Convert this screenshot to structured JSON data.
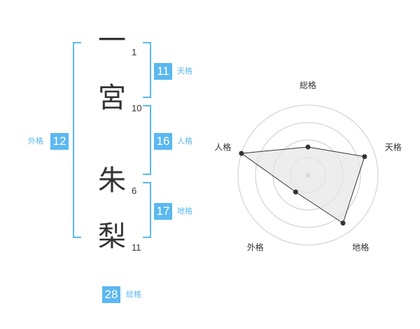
{
  "name": {
    "chars": [
      {
        "char": "一",
        "strokes": "1"
      },
      {
        "char": "宮",
        "strokes": "10"
      },
      {
        "char": "朱",
        "strokes": "6"
      },
      {
        "char": "梨",
        "strokes": "11"
      }
    ]
  },
  "fortunes": {
    "tenkaku": {
      "value": "11",
      "label": "天格"
    },
    "jinkaku": {
      "value": "16",
      "label": "人格"
    },
    "chikaku": {
      "value": "17",
      "label": "地格"
    },
    "gaikaku": {
      "value": "12",
      "label": "外格"
    },
    "soukaku": {
      "value": "28",
      "label": "総格"
    }
  },
  "chart_data": {
    "type": "radar",
    "axes": [
      "総格",
      "天格",
      "地格",
      "外格",
      "人格"
    ],
    "values": [
      0.4,
      0.85,
      0.85,
      0.3,
      1.0
    ],
    "rings": 4,
    "colors": {
      "fill": "#e6e6e6",
      "line": "#333333",
      "point": "#333333",
      "grid": "#cccccc",
      "center": "#bbbbbb"
    }
  },
  "colors": {
    "accent": "#5bb8f0",
    "text": "#333333"
  }
}
